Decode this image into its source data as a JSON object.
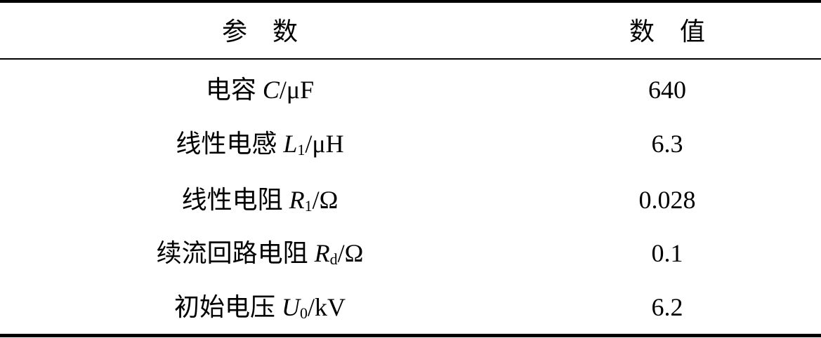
{
  "header": {
    "param_chars": [
      "参",
      "数"
    ],
    "value_chars": [
      "数",
      "值"
    ]
  },
  "rows": [
    {
      "name": "电容 ",
      "sym": "C",
      "sub": "",
      "unit": "/μF",
      "value": "640"
    },
    {
      "name": "线性电感 ",
      "sym": "L",
      "sub": "1",
      "unit": "/μH",
      "value": "6.3"
    },
    {
      "name": "线性电阻 ",
      "sym": "R",
      "sub": "1",
      "unit": "/Ω",
      "value": "0.028"
    },
    {
      "name": "续流回路电阻 ",
      "sym": "R",
      "sub": "d",
      "unit": "/Ω",
      "value": "0.1"
    },
    {
      "name": "初始电压 ",
      "sym": "U",
      "sub": "0",
      "unit": "/kV",
      "value": "6.2"
    }
  ]
}
